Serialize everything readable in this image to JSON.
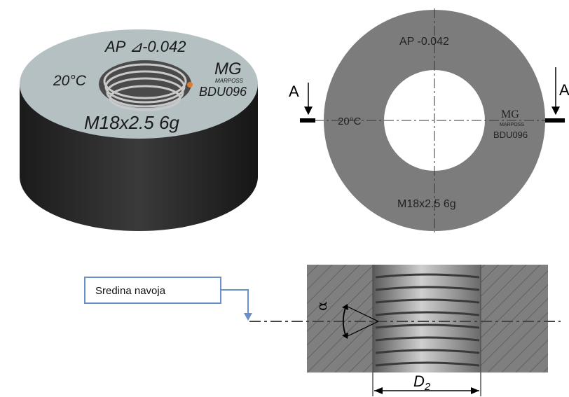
{
  "ring_3d": {
    "tolerance": "AP ⊿-0.042",
    "temperature": "20°C",
    "maker": "MG",
    "maker_sub": "MARPOSS",
    "code": "BDU096",
    "thread": "M18x2.5 6g"
  },
  "front_view": {
    "tolerance": "AP -0.042",
    "temperature": "20°C",
    "maker": "MG",
    "maker_sub": "MARPOSS",
    "code": "BDU096",
    "thread": "M18x2.5 6g",
    "section_left": "A",
    "section_right": "A"
  },
  "section_view": {
    "callout": "Sredina navoja",
    "angle_symbol": "α",
    "diameter_main": "D",
    "diameter_sub": "2"
  },
  "colors": {
    "ring_top": "#b4c0c2",
    "ring_side": "#262626",
    "front_face": "#7d7c7c",
    "callout_border": "#6b8fc9"
  }
}
